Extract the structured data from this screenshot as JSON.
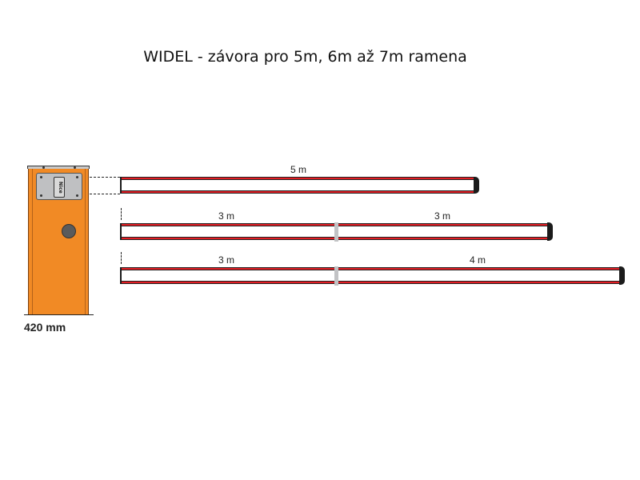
{
  "title": "WIDEL - závora pro 5m, 6m až 7m ramena",
  "cabinet": {
    "width_label": "420 mm",
    "logo_text": "Nice",
    "color": "#f18a25"
  },
  "arms": [
    {
      "config": "5m",
      "segments": [
        {
          "label": "5 m"
        }
      ]
    },
    {
      "config": "6m",
      "segments": [
        {
          "label": "3 m"
        },
        {
          "label": "3 m"
        }
      ]
    },
    {
      "config": "7m",
      "segments": [
        {
          "label": "3 m"
        },
        {
          "label": "4 m"
        }
      ]
    }
  ],
  "colors": {
    "arm_stripe": "#e31e24",
    "arm_cap": "#1b1b1b",
    "joint": "#c2c3c5",
    "panel": "#bfc0c2"
  }
}
